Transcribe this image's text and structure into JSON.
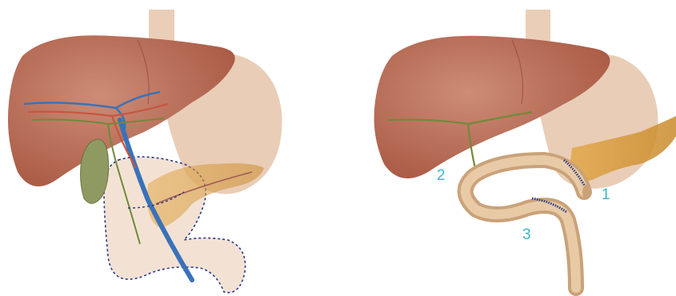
{
  "colors": {
    "liver": "#b96750",
    "liver_light": "#cf8b75",
    "stomach": "#e2bea3",
    "esophagus": "#e4c2a6",
    "pancreas": "#d89a3a",
    "duodenum_outline": "#2a3a8a",
    "gallbladder": "#8e9a62",
    "vein": "#3a72b8",
    "artery": "#c8553f",
    "bile_duct": "#6f8a3a",
    "jejunum": "#d8b48a",
    "label": "#3cb6c8"
  },
  "labels": {
    "one": "1",
    "two": "2",
    "three": "3"
  }
}
